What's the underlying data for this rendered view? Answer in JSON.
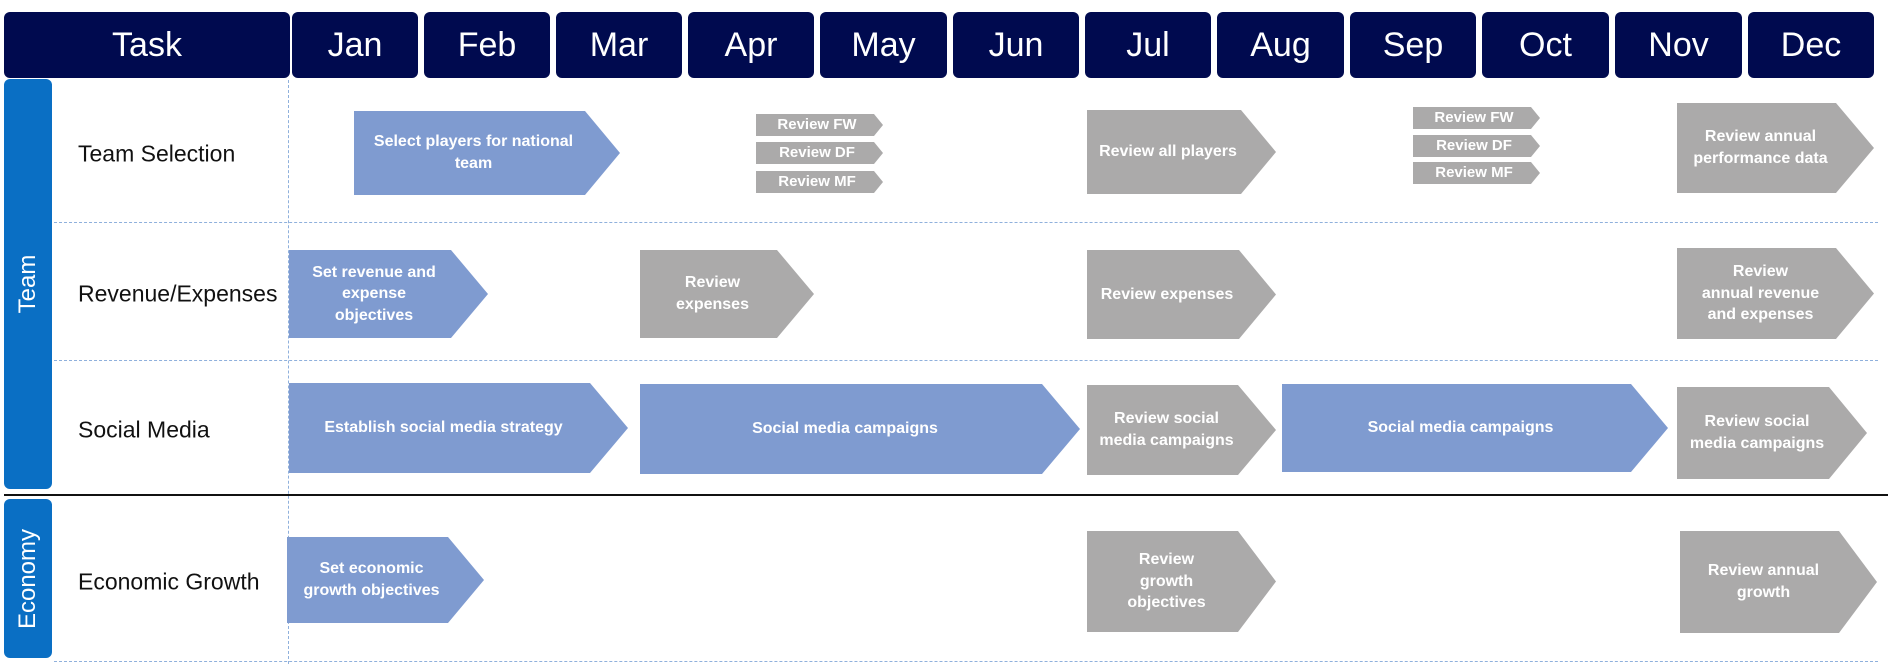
{
  "header": {
    "task_label": "Task",
    "months": [
      "Jan",
      "Feb",
      "Mar",
      "Apr",
      "May",
      "Jun",
      "Jul",
      "Aug",
      "Sep",
      "Oct",
      "Nov",
      "Dec"
    ]
  },
  "groups": [
    {
      "label": "Team"
    },
    {
      "label": "Economy"
    }
  ],
  "rows": [
    {
      "label": "Team Selection",
      "activities": [
        {
          "label": "Select players for national\nteam",
          "color": "blue"
        },
        {
          "label": "Review FW",
          "color": "gray"
        },
        {
          "label": "Review DF",
          "color": "gray"
        },
        {
          "label": "Review MF",
          "color": "gray"
        },
        {
          "label": "Review all players",
          "color": "gray"
        },
        {
          "label": "Review FW",
          "color": "gray"
        },
        {
          "label": "Review DF",
          "color": "gray"
        },
        {
          "label": "Review MF",
          "color": "gray"
        },
        {
          "label": "Review annual\nperformance data",
          "color": "gray"
        }
      ]
    },
    {
      "label": "Revenue/Expenses",
      "activities": [
        {
          "label": "Set revenue and\nexpense objectives",
          "color": "blue"
        },
        {
          "label": "Review\nexpenses",
          "color": "gray"
        },
        {
          "label": "Review expenses",
          "color": "gray"
        },
        {
          "label": "Review\nannual revenue\nand expenses",
          "color": "gray"
        }
      ]
    },
    {
      "label": "Social Media",
      "activities": [
        {
          "label": "Establish social media strategy",
          "color": "blue"
        },
        {
          "label": "Social media campaigns",
          "color": "blue"
        },
        {
          "label": "Review social\nmedia campaigns",
          "color": "gray"
        },
        {
          "label": "Social media campaigns",
          "color": "blue"
        },
        {
          "label": "Review social\nmedia campaigns",
          "color": "gray"
        }
      ]
    },
    {
      "label": "Economic Growth",
      "activities": [
        {
          "label": "Set economic\ngrowth objectives",
          "color": "blue"
        },
        {
          "label": "Review\ngrowth objectives",
          "color": "gray"
        },
        {
          "label": "Review annual\ngrowth",
          "color": "gray"
        }
      ]
    }
  ],
  "colors": {
    "header_bg": "#000a4f",
    "group_bar": "#0a6fc4",
    "planning_arrow": "#7f9bd0",
    "review_arrow": "#abaaaa",
    "grid_dash": "#8fb0dc"
  }
}
